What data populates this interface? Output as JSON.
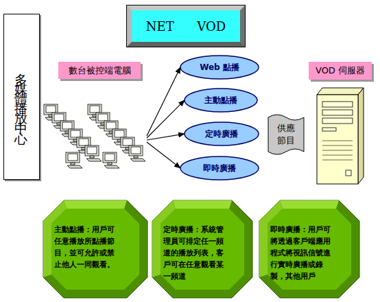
{
  "diagram": {
    "nodes": [
      {
        "text": [
          "多媒體播放中心"
        ]
      },
      {
        "text": [
          "NET VOD"
        ]
      },
      {
        "text": [
          "數台被控端電腦"
        ]
      },
      {
        "text": [
          "Web 點播"
        ]
      },
      {
        "text": [
          "主動點播"
        ]
      },
      {
        "text": [
          "定時廣播"
        ]
      },
      {
        "text": [
          "即時廣播"
        ]
      },
      {
        "text": [
          "VOD 伺服器"
        ]
      },
      {
        "text": [
          "供應 節目"
        ]
      },
      {
        "text": [
          "主動點播：",
          "用戶可任意播放所點播節目，並可允許或禁止他人一同觀看。"
        ]
      },
      {
        "text": [
          "定時廣播：",
          "系統管理員可排定任一頻道的播放列表，客戶可在任意觀看某一頻道"
        ]
      },
      {
        "text": [
          "即時廣播：",
          "用戶可將透過客戶端應用程式將視訊信號進行實時廣播或錄製，其他用戶"
        ]
      }
    ],
    "edges": [
      {
        "from": 2,
        "to": 3,
        "arrow": "to"
      },
      {
        "from": 2,
        "to": 4,
        "arrow": "to"
      },
      {
        "from": 2,
        "to": 5,
        "arrow": "to"
      },
      {
        "from": 2,
        "to": 6,
        "arrow": "to"
      }
    ]
  }
}
